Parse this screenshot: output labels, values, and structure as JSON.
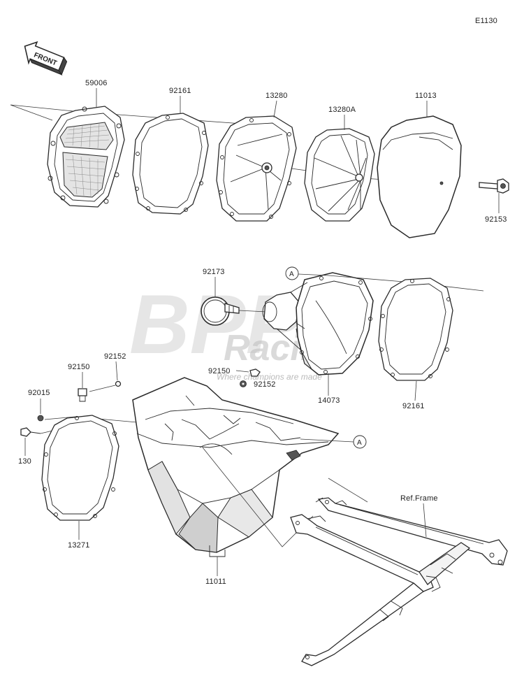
{
  "diagram_code": "E1130",
  "front_label": "FRONT",
  "watermark": {
    "brand": "BPP",
    "sub": "Racing",
    "tagline": "Where champions are made"
  },
  "ref_frame": "Ref.Frame",
  "callout_letter": "A",
  "parts": {
    "p59006": "59006",
    "p92161_top": "92161",
    "p13280": "13280",
    "p13280A": "13280A",
    "p11013": "11013",
    "p92153": "92153",
    "p92173": "92173",
    "p14073": "14073",
    "p92161_mid": "92161",
    "p92150_a": "92150",
    "p92152_a": "92152",
    "p92150_b": "92150",
    "p92152_b": "92152",
    "p92015": "92015",
    "p130": "130",
    "p13271": "13271",
    "p11011": "11011"
  }
}
